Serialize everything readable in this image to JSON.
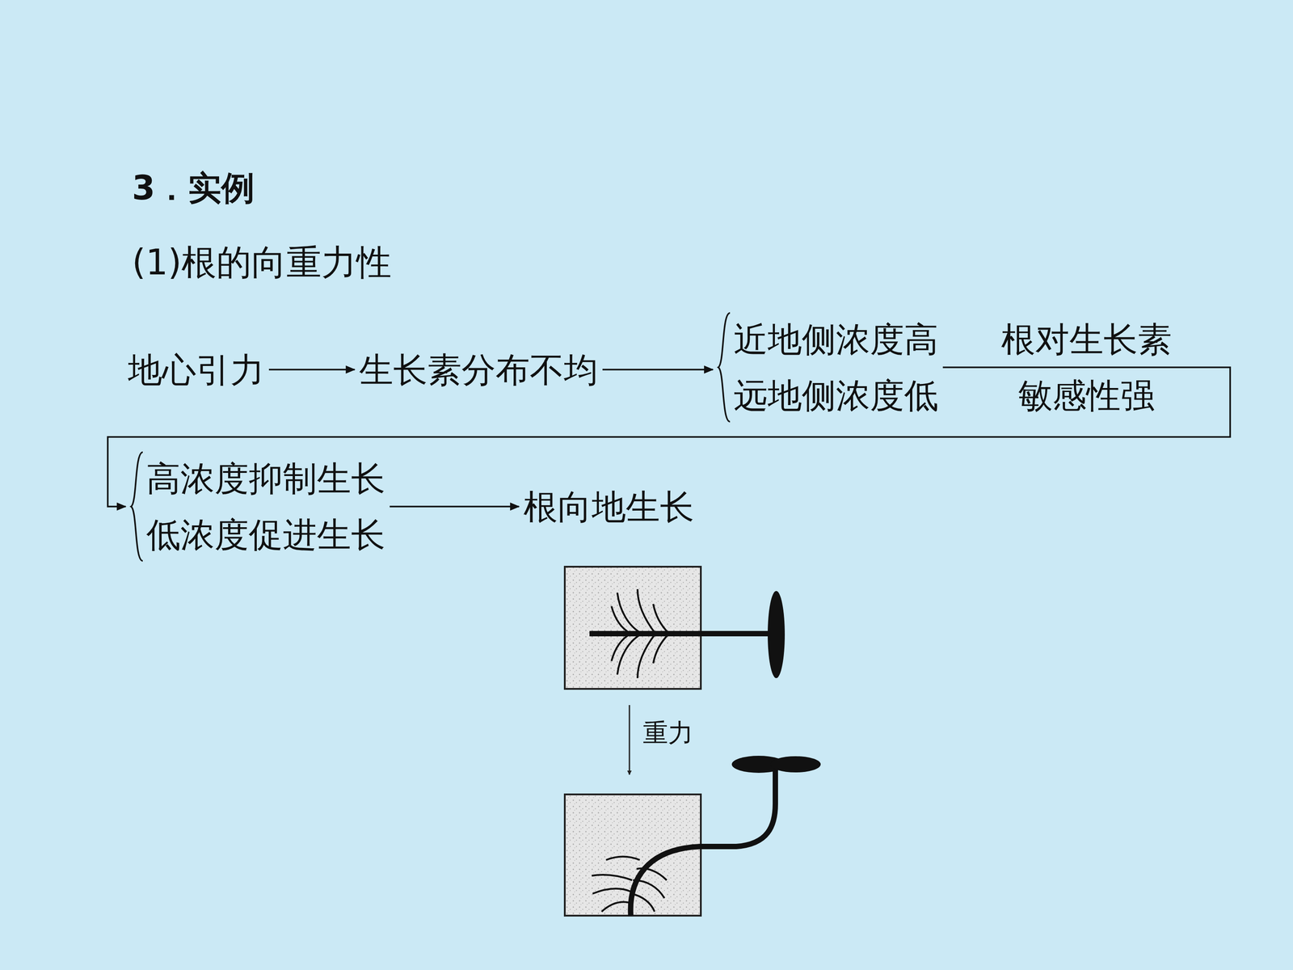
{
  "diagram": {
    "title": "3．实例",
    "nodes": [
      {
        "text": [
          "地心引力"
        ]
      },
      {
        "text": [
          "生长素分布不均"
        ]
      },
      {
        "text": [
          "近地侧浓度高",
          "远地侧浓度低"
        ]
      },
      {
        "text": [
          "高浓度抑制生长",
          "低浓度促进生长"
        ]
      },
      {
        "text": [
          "根向地生长"
        ]
      }
    ],
    "edges": [
      {
        "from": 0,
        "to": 1,
        "arrow": "to"
      },
      {
        "from": 1,
        "to": 2,
        "arrow": "to"
      },
      {
        "from": 2,
        "to": 3,
        "label": "根对生长素 敏感性强",
        "arrow": "to"
      },
      {
        "from": 3,
        "to": 4,
        "arrow": "to"
      }
    ],
    "labels": [
      "(1)根的向重力性",
      "重力"
    ]
  }
}
